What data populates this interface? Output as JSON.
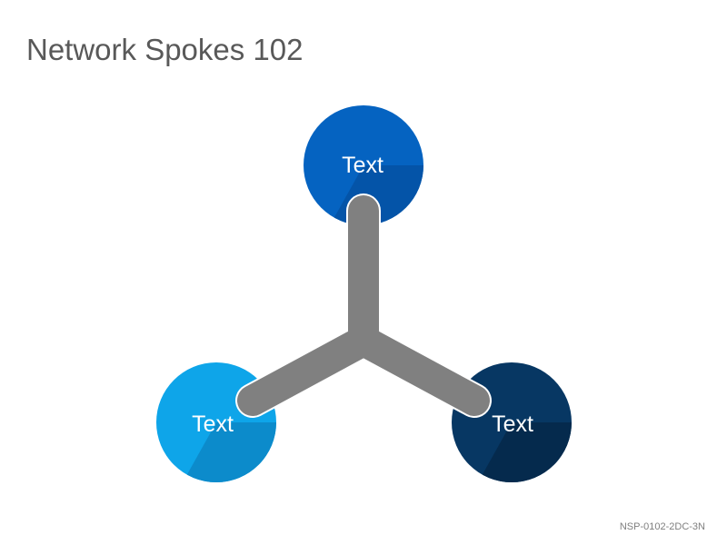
{
  "slide": {
    "title": "Network Spokes 102",
    "footer_code": "NSP-0102-2DC-3N"
  },
  "diagram": {
    "nodes": [
      {
        "id": "top",
        "label": "Text",
        "color": "#0563C1",
        "shade": "#0454A8"
      },
      {
        "id": "left",
        "label": "Text",
        "color": "#0EA5E9",
        "shade": "#0C8BCB"
      },
      {
        "id": "right",
        "label": "Text",
        "color": "#073763",
        "shade": "#052A4D"
      }
    ],
    "hub_color": "#808080",
    "hub_outline": "#ffffff"
  }
}
